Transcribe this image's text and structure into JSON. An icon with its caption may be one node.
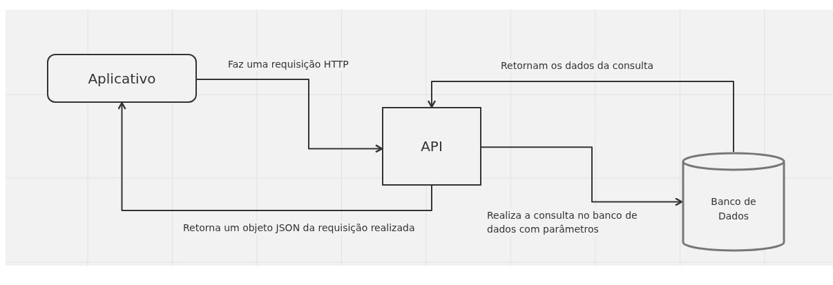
{
  "diagram": {
    "nodes": [
      {
        "text": [
          "Aplicativo"
        ]
      },
      {
        "text": [
          "API"
        ]
      },
      {
        "text": [
          "Banco de Dados"
        ]
      }
    ],
    "edges": [
      {
        "from": 0,
        "to": 1,
        "arrow": "to",
        "label": "Faz uma requisição HTTP"
      },
      {
        "from": 1,
        "to": 0,
        "arrow": "to",
        "label": "Retorna um objeto JSON da requisição realizada"
      },
      {
        "from": 1,
        "to": 2,
        "arrow": "to",
        "label": "Realiza a consulta no banco de dados com parâmetros"
      },
      {
        "from": 2,
        "to": 1,
        "arrow": "to",
        "label": "Retornam os dados da consulta"
      }
    ]
  }
}
